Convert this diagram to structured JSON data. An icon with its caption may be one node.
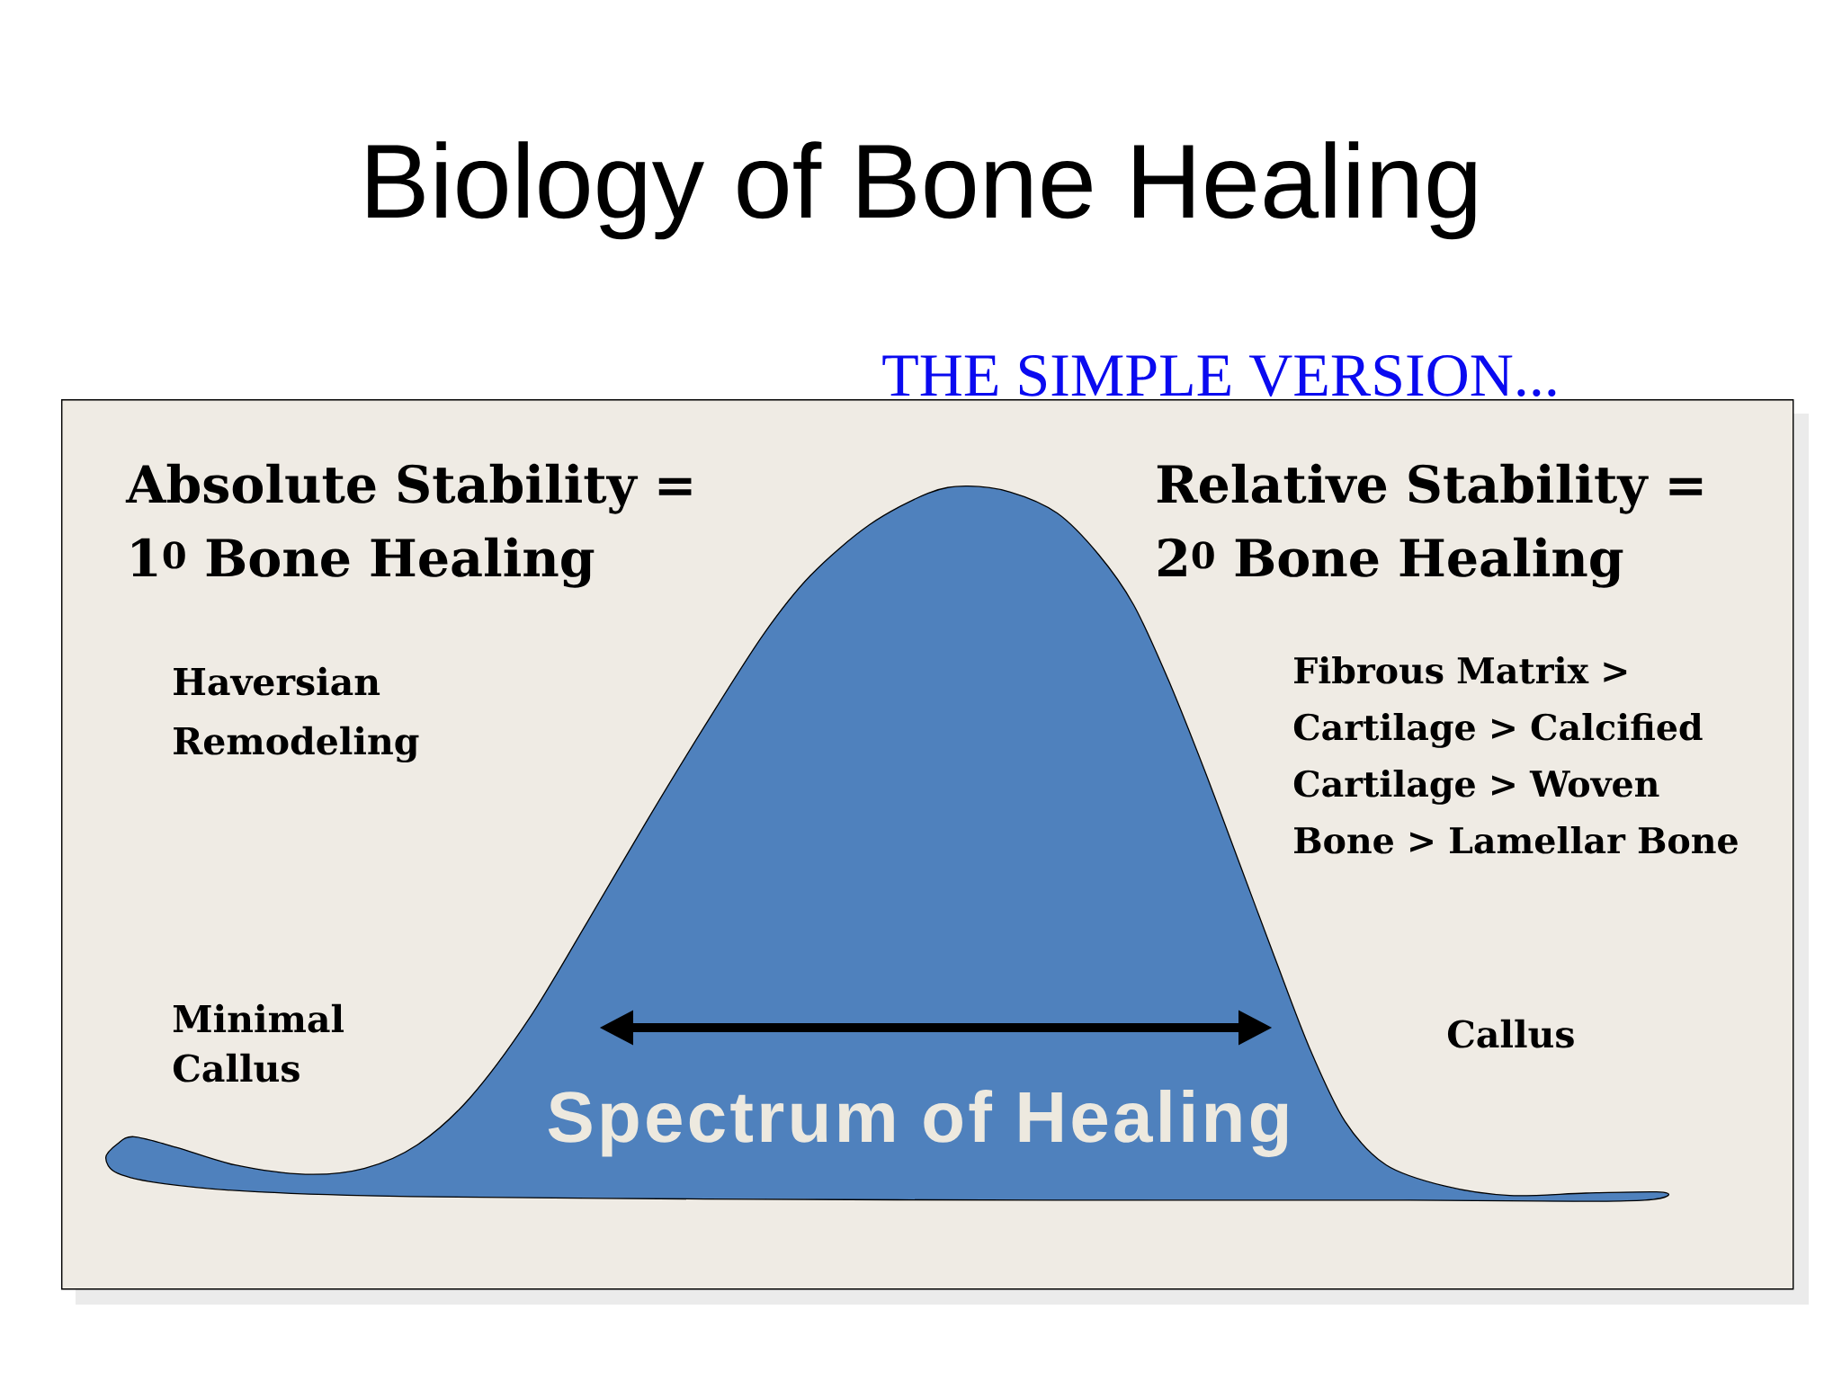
{
  "diagram": {
    "title": "Biology of Bone Healing",
    "nodes": [
      {
        "text": [
          "Absolute Stability = 1$^{0}$ Bone Healing",
          "Haversian Remodeling",
          "Minimal Callus",
          "Relative Stability = 2$^{0}$ Bone Healing",
          "Fibrous Matrix > Cartilage > Calcified Cartilage > Woven Bone > Lamellar Bone",
          "Callus"
        ]
      },
      {
        "text": [
          "Spectrum of Healing"
        ],
        "in": 0
      }
    ],
    "labels": [
      "THE SIMPLE VERSION..."
    ]
  }
}
